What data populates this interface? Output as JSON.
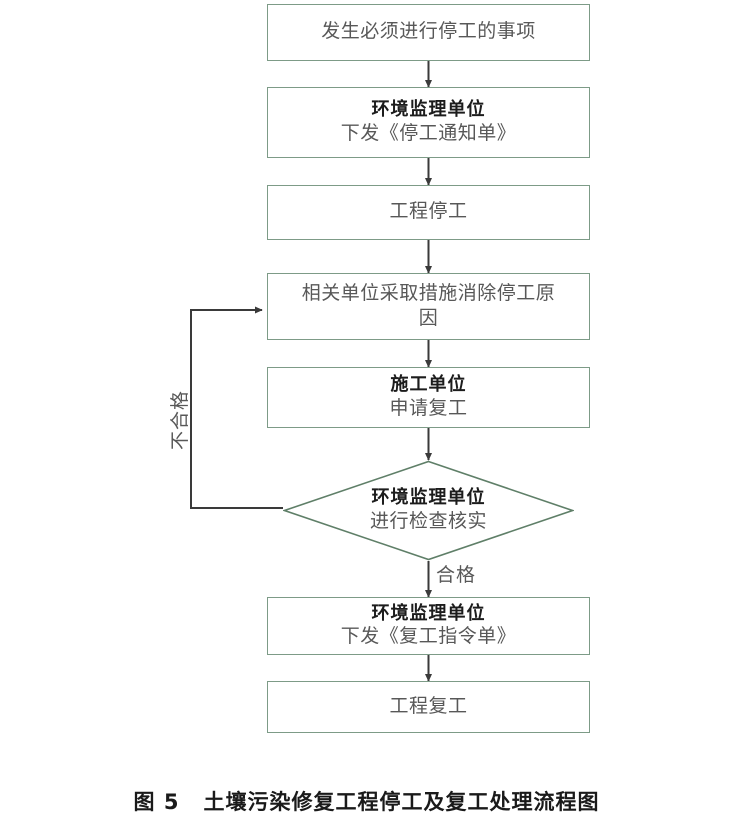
{
  "figure": {
    "caption_prefix": "图 5",
    "caption_text": "土壤污染修复工程停工及复工处理流程图"
  },
  "theme": {
    "node_border": "#7d9b87",
    "node_fill": "#ffffff",
    "connector": "#3a3a3a",
    "body_text": "#585858",
    "strong_text": "#1c1c1c",
    "page_background": "#ffffff"
  },
  "flow": {
    "nodes": [
      {
        "id": "trigger-event",
        "shape": "process",
        "lines": [
          "发生必须进行停工的事项"
        ],
        "bold_lines": [
          false
        ]
      },
      {
        "id": "issue-stop-work-notice",
        "shape": "process",
        "lines": [
          "环境监理单位",
          "下发《停工通知单》"
        ],
        "bold_lines": [
          true,
          false
        ]
      },
      {
        "id": "project-stopped",
        "shape": "process",
        "lines": [
          "工程停工"
        ],
        "bold_lines": [
          false
        ]
      },
      {
        "id": "eliminate-cause",
        "shape": "process",
        "lines": [
          "相关单位采取措施消除停工原",
          "因"
        ],
        "bold_lines": [
          false,
          false
        ]
      },
      {
        "id": "apply-resume-work",
        "shape": "process",
        "lines": [
          "施工单位",
          "申请复工"
        ],
        "bold_lines": [
          true,
          false
        ]
      },
      {
        "id": "inspection-decision",
        "shape": "decision",
        "lines": [
          "环境监理单位",
          "进行检查核实"
        ],
        "bold_lines": [
          true,
          false
        ]
      },
      {
        "id": "issue-resume-order",
        "shape": "process",
        "lines": [
          "环境监理单位",
          "下发《复工指令单》"
        ],
        "bold_lines": [
          true,
          false
        ]
      },
      {
        "id": "project-resumed",
        "shape": "process",
        "lines": [
          "工程复工"
        ],
        "bold_lines": [
          false
        ]
      }
    ],
    "edge_labels": {
      "pass": "合格",
      "fail": "不合格"
    }
  }
}
